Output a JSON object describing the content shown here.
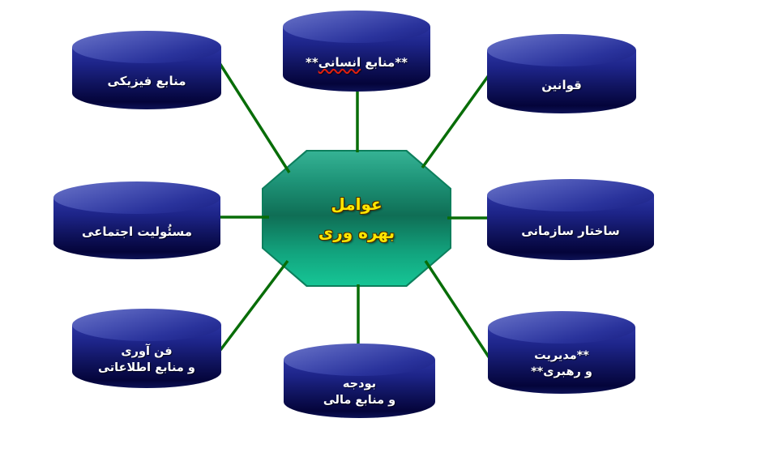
{
  "diagram": {
    "center": {
      "line1": "عوامل",
      "line2": "بهره وری"
    },
    "nodes": {
      "physical": {
        "label": "منابع فیزیکی"
      },
      "human": {
        "prefix": "**منابع ",
        "underlined": "انسانی",
        "suffix": "**"
      },
      "laws": {
        "label": "قوانین"
      },
      "social": {
        "label": "مسئُولیت اجتماعی"
      },
      "structure": {
        "label": "ساختار سازمانی"
      },
      "tech": {
        "line1": "فن آوری",
        "line2": "و منابع اطلاعاتی"
      },
      "budget": {
        "line1": "بودجه",
        "line2": "و منابع مالی"
      },
      "management": {
        "line1": "**مدیریت",
        "line2": "و رهبری**"
      }
    },
    "colors": {
      "cylinder_blue": "#1d2488",
      "octagon_green": "#14a87e",
      "connector_green": "#086d08",
      "title_yellow": "#ffe600",
      "underline_red": "#e02010"
    }
  }
}
